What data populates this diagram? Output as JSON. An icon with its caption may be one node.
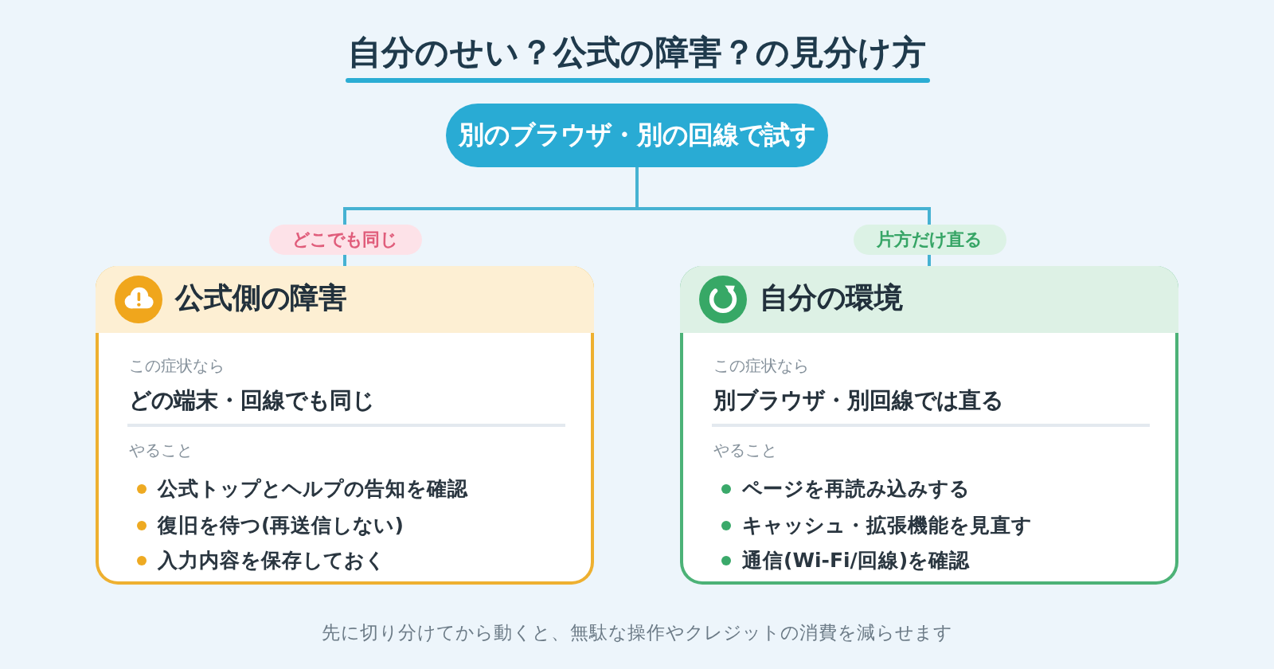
{
  "diagram": {
    "title": "自分のせい？公式の障害？の見分け方",
    "caption": "先に切り分けてから動くと、無駄な操作やクレジットの消費を減らせます",
    "nodes": [
      {
        "text": [
          "別のブラウザ・別の回線で試す"
        ]
      },
      {
        "text": [
          "公式側の障害",
          "この症状なら",
          "どの端末・回線でも同じ",
          "やること",
          "公式トップとヘルプの告知を確認",
          "復旧を待つ(再送信しない)",
          "入力内容を保存しておく"
        ]
      },
      {
        "text": [
          "自分の環境",
          "この症状なら",
          "別ブラウザ・別回線では直る",
          "やること",
          "ページを再読み込みする",
          "キャッシュ・拡張機能を見直す",
          "通信(Wi-Fi/回線)を確認"
        ]
      }
    ],
    "edges": [
      {
        "from": 0,
        "to": 1,
        "arrow": "none",
        "label": "どこでも同じ"
      },
      {
        "from": 0,
        "to": 2,
        "arrow": "none",
        "label": "片方だけ直る"
      }
    ]
  }
}
